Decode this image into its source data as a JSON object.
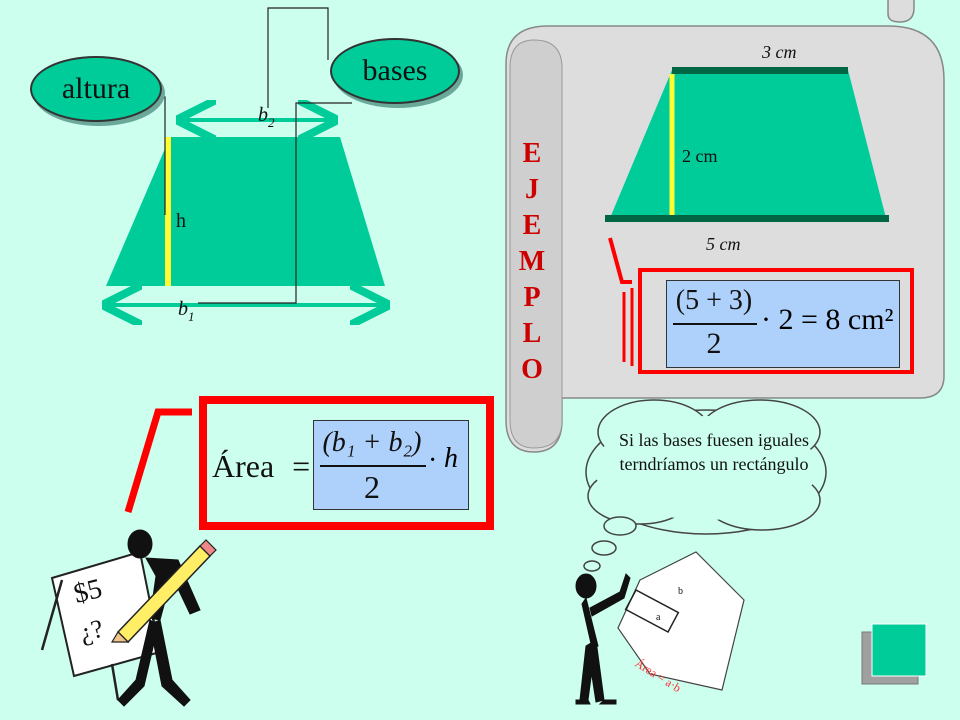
{
  "labels": {
    "altura": "altura",
    "bases": "bases",
    "b2": "b",
    "b2_sub": "2",
    "b1": "b",
    "b1_sub": "1",
    "h": "h"
  },
  "area_formula": {
    "lhs": "Área",
    "equals": "=",
    "numerator": "(b₁ + b₂)",
    "denominator": "2",
    "times": "·",
    "h": "h"
  },
  "example": {
    "letters": [
      "E",
      "J",
      "E",
      "M",
      "P",
      "L",
      "O"
    ],
    "top_base": "3 cm",
    "height": "2 cm",
    "bottom_base": "5 cm",
    "numerator": "(5 + 3)",
    "denominator": "2",
    "result": "· 2 = 8 cm²"
  },
  "thought_bubble": {
    "text": "Si las bases fuesen iguales terndríamos un rectángulo"
  },
  "sketch_paper": {
    "b_label": "b",
    "a_label": "a",
    "caption": "Área = a·b"
  },
  "easel_scribble": {
    "line1": "$5",
    "line2": "¿?"
  },
  "colors": {
    "background": "#ccffee",
    "shape": "#00cc99",
    "height_line": "#ffff33",
    "frame": "#ff0000",
    "formula_bg": "#aed1fb",
    "ejemplo": "#cc0000",
    "bases_bar": "#006644"
  }
}
